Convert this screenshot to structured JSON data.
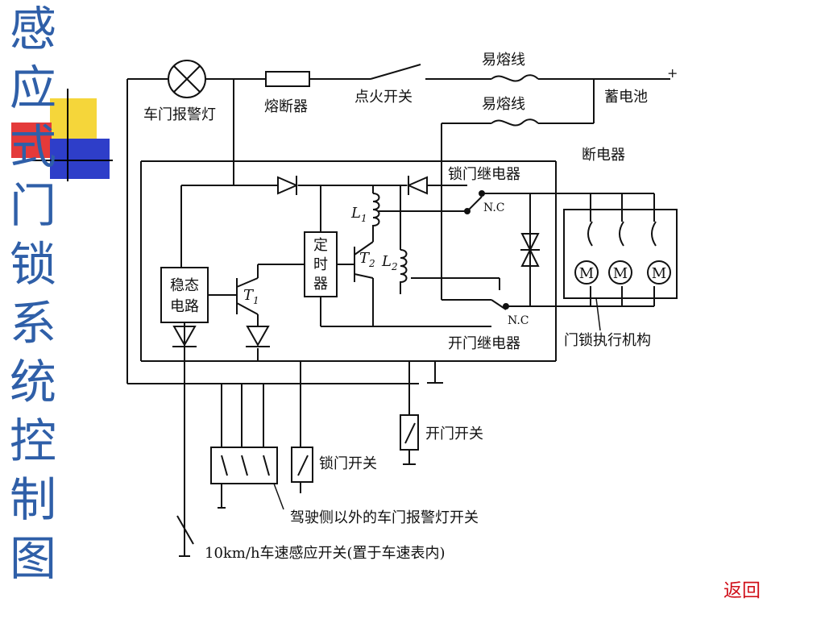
{
  "title_chars": [
    "感",
    "应",
    "式",
    "门",
    "锁",
    "系",
    "统",
    "控",
    "制",
    "图"
  ],
  "labels": {
    "door_warning_lamp": "车门报警灯",
    "fuse": "熔断器",
    "ignition_switch": "点火开关",
    "fusible_link_1": "易熔线",
    "fusible_link_2": "易熔线",
    "battery": "蓄电池",
    "plus_sign": "+",
    "circuit_breaker": "断电器",
    "lock_relay": "锁门继电器",
    "nc_1": "N.C",
    "nc_2": "N.C",
    "unlock_relay": "开门继电器",
    "door_lock_actuator": "门锁执行机构",
    "steady_state_line1": "稳态",
    "steady_state_line2": "电路",
    "timer_line1": "定",
    "timer_line2": "时",
    "timer_line3": "器",
    "t1": "T",
    "t1_sub": "1",
    "t2": "T",
    "t2_sub": "2",
    "l1": "L",
    "l1_sub": "1",
    "l2": "L",
    "l2_sub": "2",
    "motor_symbol": "M",
    "unlock_switch": "开门开关",
    "lock_switch": "锁门开关",
    "other_door_switches": "驾驶侧以外的车门报警灯开关",
    "speed_switch": "10km/h车速感应开关(置于车速表内)"
  },
  "back_link": "返回",
  "colors": {
    "title": "#2f5fa8",
    "link": "#d0101a",
    "deco_yellow": "#f5d63a",
    "deco_red": "#e43a3a",
    "deco_blue": "#2e3ec9"
  }
}
